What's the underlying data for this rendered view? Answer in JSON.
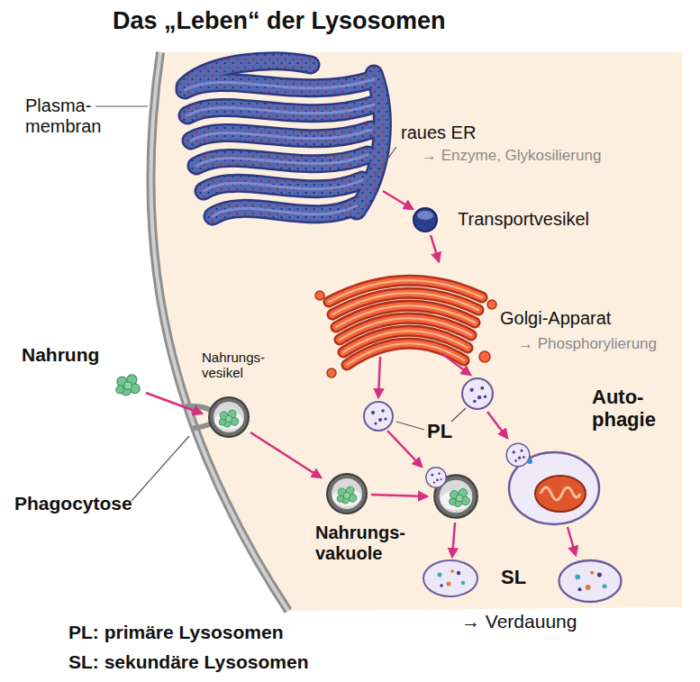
{
  "diagram": {
    "title": "Das „Leben“ der Lysosomen",
    "labels": [
      "Plasma- membran",
      "raues ER",
      "→ Enzyme, Glykosilierung",
      "Transportvesikel",
      "Golgi-Apparat",
      "→ Phosphorylierung",
      "Nahrung",
      "Nahrungs- vesikel",
      "Auto- phagie",
      "PL",
      "Phagocytose",
      "Nahrungs- vakuole",
      "SL",
      "→ Verdauung",
      "PL: primäre Lysosomen",
      "SL: sekundäre Lysosomen"
    ]
  }
}
